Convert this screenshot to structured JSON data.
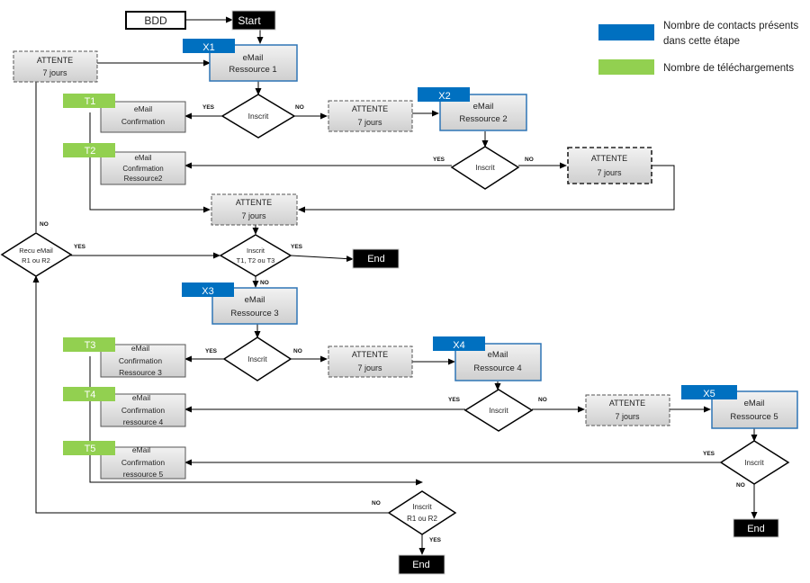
{
  "nodes": {
    "bdd": "BDD",
    "start": "Start",
    "email_r1": [
      "eMail",
      "Ressource 1"
    ],
    "attente_left": [
      "ATTENTE",
      "7 jours"
    ],
    "inscrit_1": "Inscrit",
    "confirm_1": [
      "eMail",
      "Confirmation"
    ],
    "attente_2": [
      "ATTENTE",
      "7 jours"
    ],
    "email_r2": [
      "eMail",
      "Ressource 2"
    ],
    "inscrit_2": "Inscrit",
    "confirm_2": [
      "eMail",
      "Confirmation",
      "Ressource2"
    ],
    "attente_3": [
      "ATTENTE",
      "7 jours"
    ],
    "attente_mid": [
      "ATTENTE",
      "7 jours"
    ],
    "recu": [
      "Recu eMail",
      "R1 ou R2"
    ],
    "inscrit_t": [
      "Inscrit",
      "T1, T2 ou T3"
    ],
    "end_1": "End",
    "email_r3": [
      "eMail",
      "Ressource 3"
    ],
    "inscrit_3": "Inscrit",
    "confirm_3": [
      "eMail",
      "Confirmation",
      "Ressource 3"
    ],
    "attente_4": [
      "ATTENTE",
      "7 jours"
    ],
    "email_r4": [
      "eMail",
      "Ressource 4"
    ],
    "inscrit_4": "Inscrit",
    "confirm_4": [
      "eMail",
      "Confirmation",
      "ressource 4"
    ],
    "attente_5": [
      "ATTENTE",
      "7 jours"
    ],
    "email_r5": [
      "eMail",
      "Ressource 5"
    ],
    "inscrit_5": "Inscrit",
    "confirm_5": [
      "eMail",
      "Confirmation",
      "ressource 5"
    ],
    "inscrit_r": [
      "Inscrit",
      "R1 ou R2"
    ],
    "end_2": "End",
    "end_3": "End"
  },
  "tags": {
    "x1": "X1",
    "x2": "X2",
    "x3": "X3",
    "x4": "X4",
    "x5": "X5",
    "t1": "T1",
    "t2": "T2",
    "t3": "T3",
    "t4": "T4",
    "t5": "T5"
  },
  "edge_labels": {
    "yes": "YES",
    "no": "NO"
  },
  "legend": {
    "contacts": [
      "Nombre de contacts présents",
      "dans cette étape"
    ],
    "downloads": "Nombre de téléchargements"
  },
  "colors": {
    "blue_tag": "#0070c0",
    "green_tag": "#92d050",
    "box_fill": "#d9d9d9",
    "blue_border": "#2e75b6"
  }
}
